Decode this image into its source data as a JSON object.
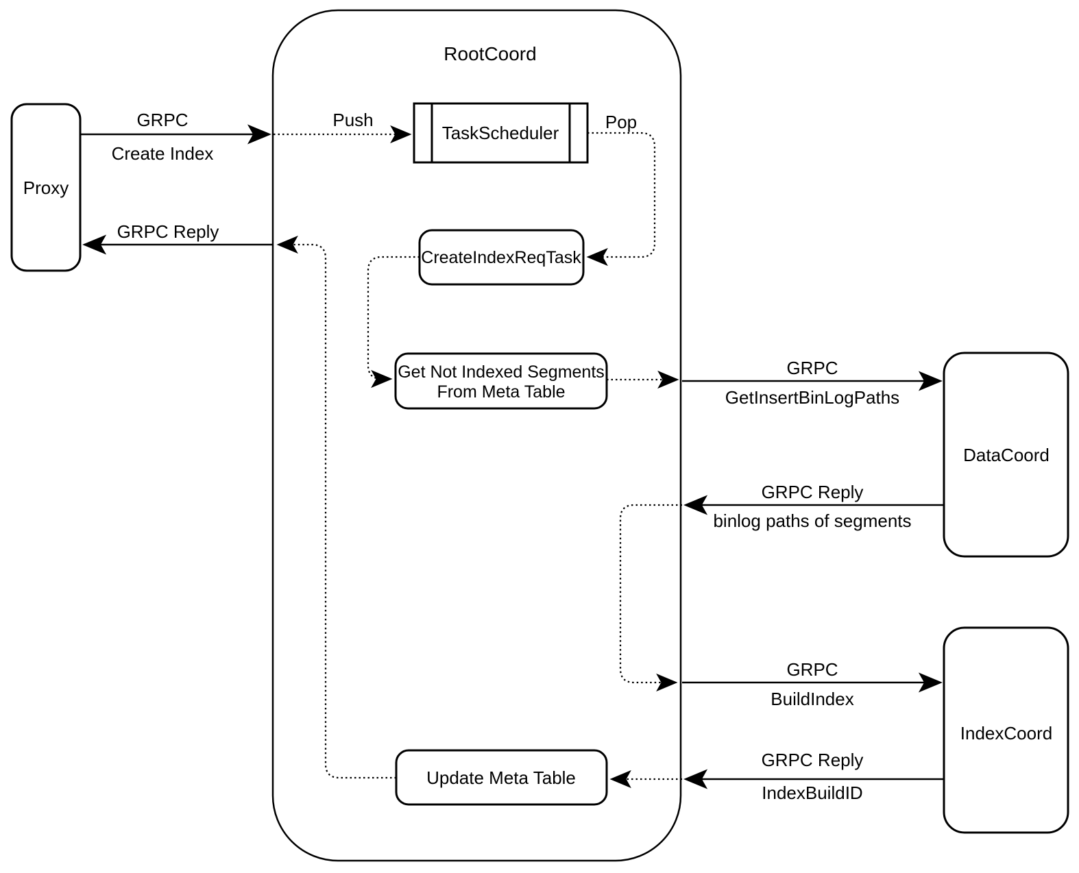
{
  "diagram": {
    "title": "RootCoord",
    "colors": {
      "stroke": "#000000",
      "background": "#ffffff"
    },
    "nodes": {
      "proxy": {
        "label": "Proxy"
      },
      "task_scheduler": {
        "label": "TaskScheduler"
      },
      "create_index_req_task": {
        "label": "CreateIndexReqTask"
      },
      "get_not_indexed_segments": {
        "label_line1": "Get Not Indexed Segments",
        "label_line2": "From Meta Table"
      },
      "update_meta_table": {
        "label": "Update Meta Table"
      },
      "data_coord": {
        "label": "DataCoord"
      },
      "index_coord": {
        "label": "IndexCoord"
      }
    },
    "edges": {
      "proxy_to_rootcoord": {
        "line1": "GRPC",
        "line2": "Create Index"
      },
      "rootcoord_to_proxy": {
        "line1": "GRPC Reply"
      },
      "push": {
        "label": "Push"
      },
      "pop": {
        "label": "Pop"
      },
      "rootcoord_to_datacoord": {
        "line1": "GRPC",
        "line2": "GetInsertBinLogPaths"
      },
      "datacoord_to_rootcoord": {
        "line1": "GRPC Reply",
        "line2": "binlog paths of segments"
      },
      "rootcoord_to_indexcoord": {
        "line1": "GRPC",
        "line2": "BuildIndex"
      },
      "indexcoord_to_rootcoord": {
        "line1": "GRPC Reply",
        "line2": "IndexBuildID"
      }
    }
  }
}
